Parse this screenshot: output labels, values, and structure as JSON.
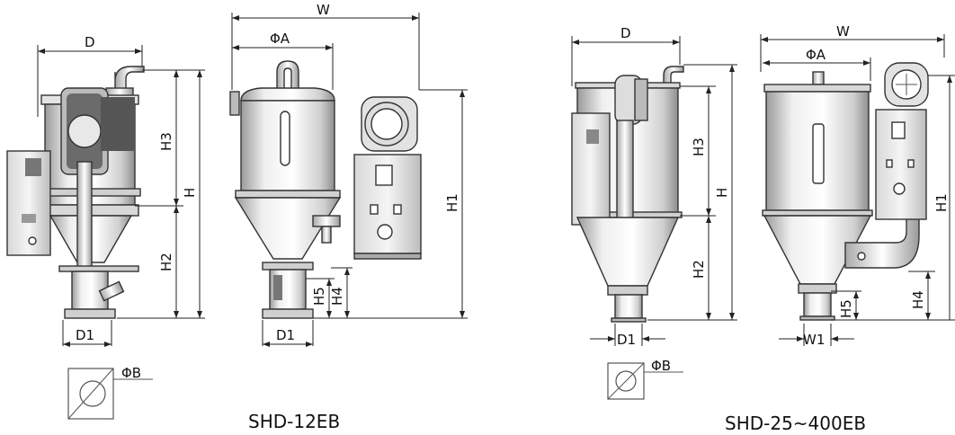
{
  "labels": {
    "d": "D",
    "w": "W",
    "phi_a": "ΦA",
    "phi_b": "ΦB",
    "h": "H",
    "h1": "H1",
    "h2": "H2",
    "h3": "H3",
    "h4": "H4",
    "h5": "H5",
    "d1": "D1",
    "w1": "W1"
  },
  "models": {
    "left": "SHD-12EB",
    "right": "SHD-25~400EB"
  },
  "colors": {
    "metal_light": "#f2f2f2",
    "metal_mid": "#c9c9c9",
    "metal_dark": "#8a8a8a",
    "line": "#222222"
  }
}
